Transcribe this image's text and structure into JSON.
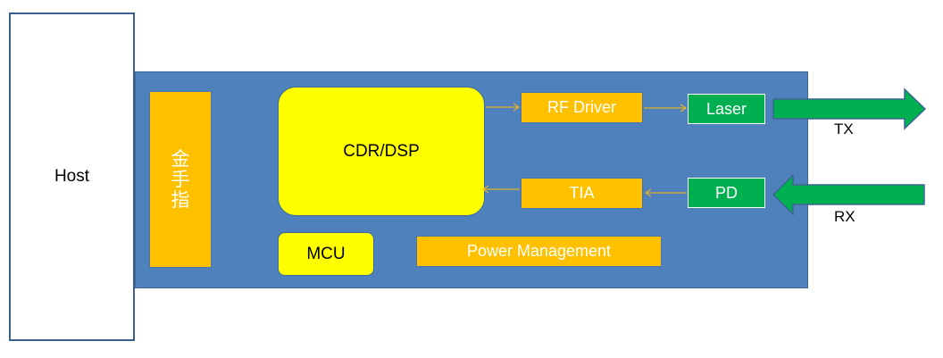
{
  "host": {
    "label": "Host"
  },
  "gold_finger": {
    "chars": [
      "金",
      "手",
      "指"
    ]
  },
  "cdr_dsp": {
    "label": "CDR/DSP"
  },
  "mcu": {
    "label": "MCU"
  },
  "rf_driver": {
    "label": "RF Driver"
  },
  "tia": {
    "label": "TIA"
  },
  "power_management": {
    "label": "Power Management"
  },
  "laser": {
    "label": "Laser"
  },
  "pd": {
    "label": "PD"
  },
  "tx": {
    "label": "TX"
  },
  "rx": {
    "label": "RX"
  },
  "colors": {
    "board": "#4f81bd",
    "orange_block": "#ffc000",
    "yellow_block": "#ffff00",
    "green_block": "#00b050",
    "arrow_fill": "#00b050",
    "connector": "#ffc000"
  }
}
